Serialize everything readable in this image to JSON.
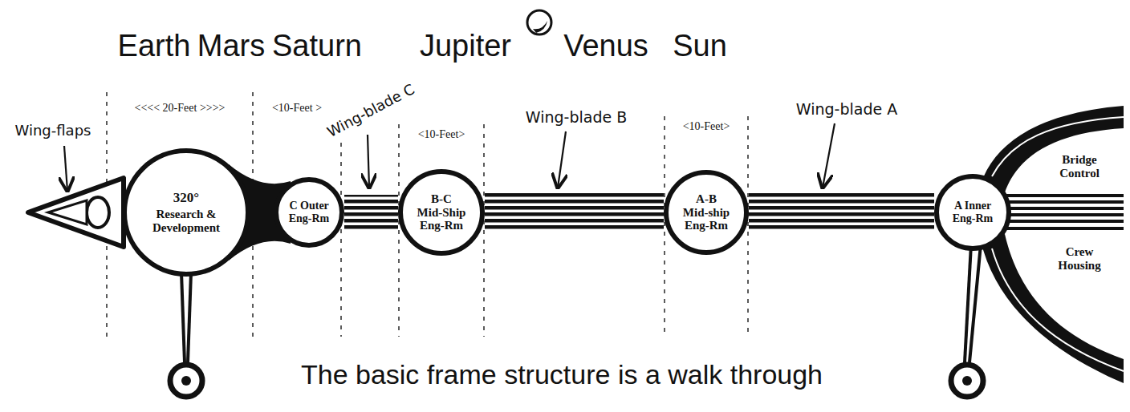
{
  "diagram": {
    "caption": "The basic frame structure is a walk through",
    "nodes": [
      {
        "text": [
          "320°",
          "Research & Development"
        ]
      },
      {
        "text": [
          "C Outer Eng-Rm"
        ]
      },
      {
        "text": [
          "B-C Mid-Ship Eng-Rm"
        ]
      },
      {
        "text": [
          "A-B Mid-ship Eng-Rm"
        ]
      },
      {
        "text": [
          "A Inner Eng-Rm"
        ]
      }
    ],
    "edges": [
      {
        "from": 0,
        "to": 1,
        "arrow": "none"
      },
      {
        "from": 1,
        "to": 2,
        "arrow": "none"
      },
      {
        "from": 2,
        "to": 3,
        "arrow": "none"
      },
      {
        "from": 3,
        "to": 4,
        "arrow": "none"
      }
    ],
    "labels": [
      "Earth",
      "Mars",
      "Saturn",
      "Jupiter",
      "Venus",
      "Sun",
      "<<<< 20-Feet >>>>",
      "<10-Feet >",
      "Wing-blade C",
      "<10-Feet>",
      "Wing-blade B",
      "<10-Feet>",
      "Wing-blade A",
      "Wing-flaps",
      "Bridge Control",
      "Crew Housing"
    ]
  }
}
